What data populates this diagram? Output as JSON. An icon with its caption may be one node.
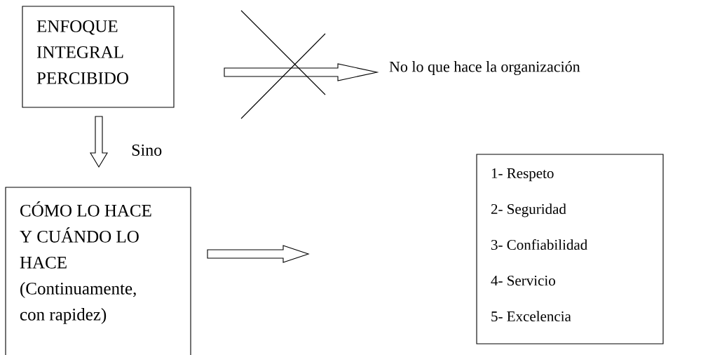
{
  "diagram": {
    "nodes": [
      {
        "text": [
          "ENFOQUE INTEGRAL PERCIBIDO"
        ]
      },
      {
        "text": [
          "No lo que hace la organización"
        ]
      },
      {
        "text": [
          "CÓMO LO HACE Y CUÁNDO LO HACE",
          "(Continuamente, con rapidez)"
        ]
      },
      {
        "text": [
          "1- Respeto",
          "2- Seguridad",
          "3- Confiabilidad",
          "4- Servicio",
          "5- Excelencia"
        ]
      }
    ],
    "edges": [
      {
        "from": 0,
        "to": 1,
        "arrow": "to"
      },
      {
        "from": 0,
        "to": 2,
        "arrow": "to",
        "label": "Sino"
      },
      {
        "from": 2,
        "to": null,
        "arrow": "to"
      }
    ]
  }
}
